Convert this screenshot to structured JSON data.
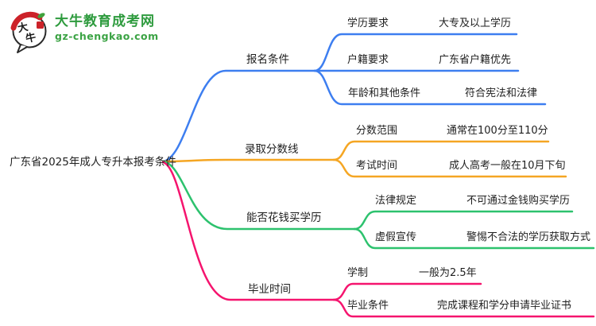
{
  "page": {
    "background": "#ffffff",
    "text_color": "#1f1f1f"
  },
  "logo": {
    "icon": "daniu-speech-bubble-logo",
    "icon_text": "大牛",
    "title": "大牛教育成考网",
    "subtitle": "gz-chengkao.com",
    "title_color": "#2E9B3E",
    "subtitle_color": "#3BA344",
    "icon_red": "#CC2229",
    "icon_green": "#3FA23C"
  },
  "mindmap": {
    "root": {
      "label": "广东省2025年成人专升本报考条件"
    },
    "branches": [
      {
        "label": "报名条件",
        "color": "#3D7EF0",
        "children": [
          {
            "label": "学历要求",
            "value": "大专及以上学历"
          },
          {
            "label": "户籍要求",
            "value": "广东省户籍优先"
          },
          {
            "label": "年龄和其他条件",
            "value": "符合宪法和法律"
          }
        ]
      },
      {
        "label": "录取分数线",
        "color": "#F5A623",
        "children": [
          {
            "label": "分数范围",
            "value": "通常在100分至110分"
          },
          {
            "label": "考试时间",
            "value": "成人高考一般在10月下旬"
          }
        ]
      },
      {
        "label": "能否花钱买学历",
        "color": "#2DC26E",
        "children": [
          {
            "label": "法律规定",
            "value": "不可通过金钱购买学历"
          },
          {
            "label": "虚假宣传",
            "value": "警惕不合法的学历获取方式"
          }
        ]
      },
      {
        "label": "毕业时间",
        "color": "#F5146E",
        "children": [
          {
            "label": "学制",
            "value": "一般为2.5年"
          },
          {
            "label": "毕业条件",
            "value": "完成课程和学分申请毕业证书"
          }
        ]
      }
    ]
  }
}
